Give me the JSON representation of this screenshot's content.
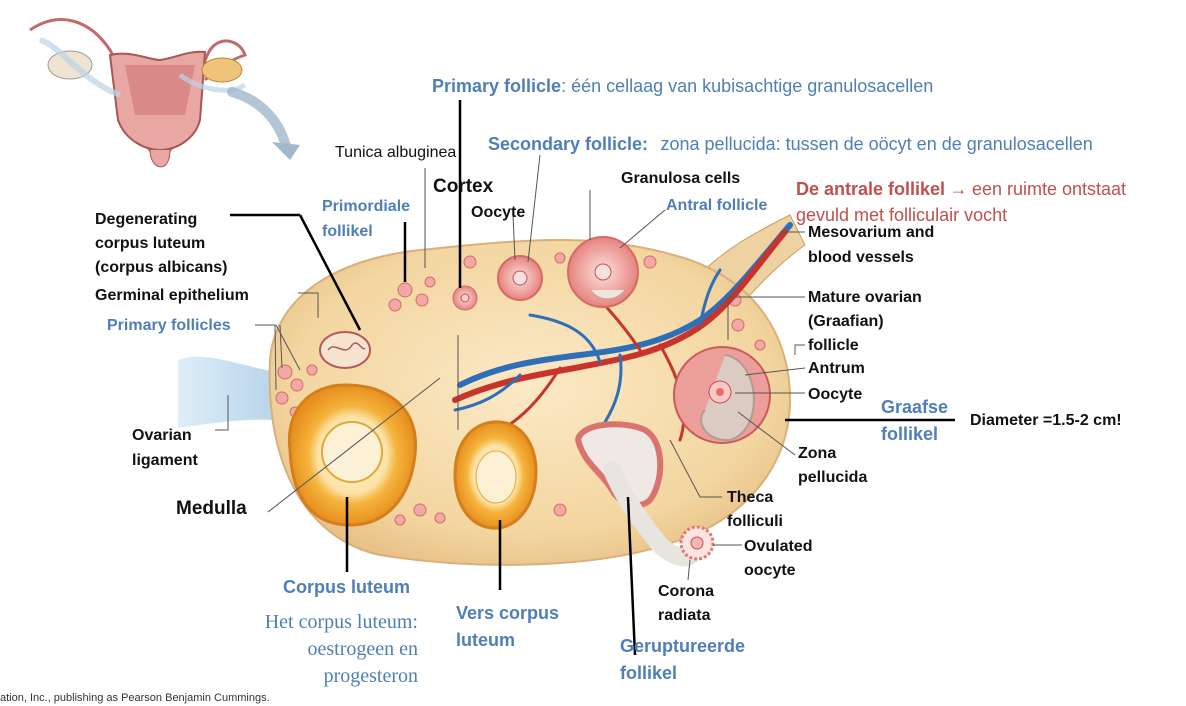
{
  "annotations": {
    "primary_follicle_title": "Primary follicle",
    "primary_follicle_desc": ": één cellaag van kubisachtige granulosacellen",
    "secondary_follicle_title": "Secondary follicle:",
    "secondary_follicle_desc": "zona pellucida: tussen de oöcyt en de granulosacellen",
    "antral_title": "De antrale follikel",
    "antral_arrow": "→",
    "antral_desc_line1": "een ruimte ontstaat",
    "antral_desc_line2": "gevuld met folliculair vocht",
    "corpus_luteum_note_line1": "Het corpus luteum:",
    "corpus_luteum_note_line2": "oestrogeen en",
    "corpus_luteum_note_line3": "progesteron",
    "diameter": "Diameter =1.5-2 cm!"
  },
  "labels": {
    "tunica_albuginea": "Tunica albuginea",
    "cortex": "Cortex",
    "granulosa_cells": "Granulosa cells",
    "oocyte_top": "Oocyte",
    "antral_follicle": "Antral follicle",
    "primordiale_1": "Primordiale",
    "primordiale_2": "follikel",
    "degenerating_1": "Degenerating",
    "degenerating_2": "corpus luteum",
    "degenerating_3": "(corpus albicans)",
    "germinal_epithelium": "Germinal epithelium",
    "primary_follicles": "Primary follicles",
    "ovarian_ligament_1": "Ovarian",
    "ovarian_ligament_2": "ligament",
    "medulla": "Medulla",
    "corpus_luteum": "Corpus luteum",
    "vers_corpus_1": "Vers corpus",
    "vers_corpus_2": "luteum",
    "geruptureerde_1": "Geruptureerde",
    "geruptureerde_2": "follikel",
    "corona_1": "Corona",
    "corona_2": "radiata",
    "ovulated_1": "Ovulated",
    "ovulated_2": "oocyte",
    "theca_1": "Theca",
    "theca_2": "folliculi",
    "zona_1": "Zona",
    "zona_2": "pellucida",
    "oocyte_right": "Oocyte",
    "antrum": "Antrum",
    "mature_1": "Mature ovarian",
    "mature_2": "(Graafian)",
    "mature_3": "follicle",
    "mesovarium_1": "Mesovarium and",
    "mesovarium_2": "blood vessels",
    "graafse_1": "Graafse",
    "graafse_2": "follikel",
    "copyright": "ation, Inc., publishing as Pearson Benjamin Cummings."
  },
  "colors": {
    "label_blue": "#4f7fb6",
    "label_red": "#c0504d",
    "ovary_fill": "#f3d9a6",
    "follicle_pink": "#e88a8a",
    "corpus_luteum_orange": "#f2a93b",
    "vessel_red": "#c8342c",
    "vessel_blue": "#2f6fb8"
  }
}
